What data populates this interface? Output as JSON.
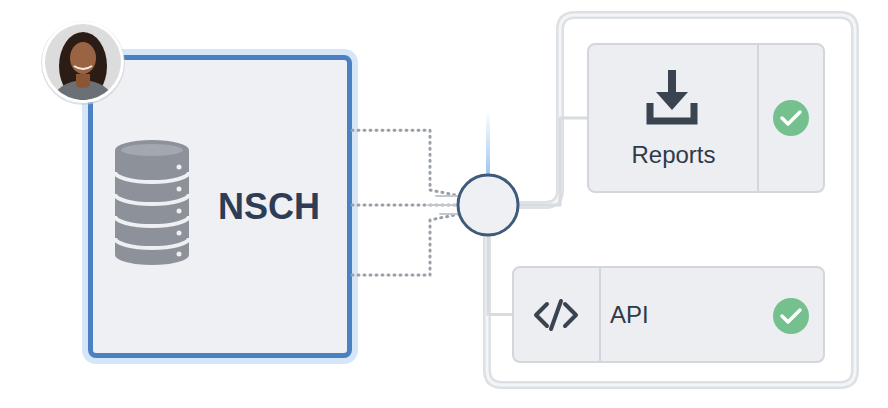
{
  "diagram": {
    "nodes": [
      {
        "text": [
          "NSCH"
        ]
      },
      {
        "text": [
          "Reports"
        ]
      },
      {
        "text": [
          "API"
        ]
      }
    ],
    "edges": [
      {
        "from": 0,
        "to": 1,
        "arrow": "none"
      },
      {
        "from": 0,
        "to": 2,
        "arrow": "none"
      }
    ]
  }
}
